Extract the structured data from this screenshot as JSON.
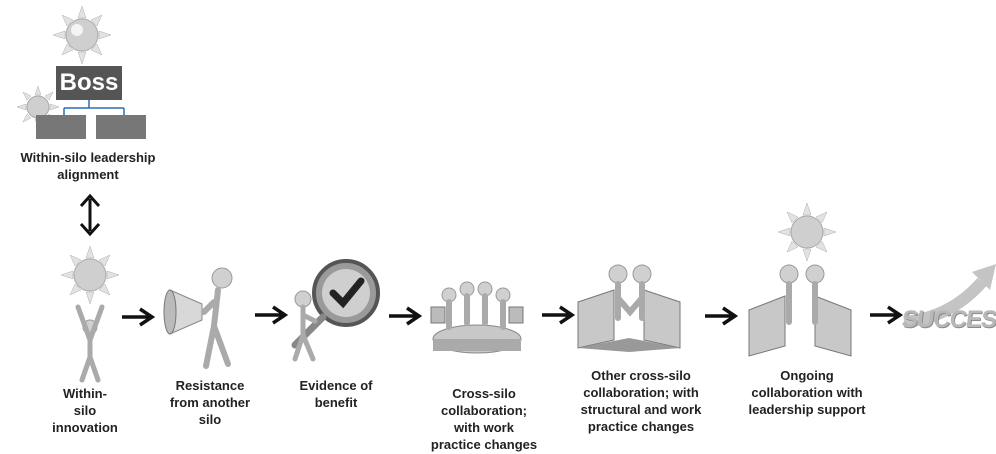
{
  "boss_label": "Boss",
  "top_node": {
    "label": "Within-silo leadership\nalignment"
  },
  "steps": [
    {
      "label": "Within-\nsilo\ninnovation",
      "icon": "sun-figure-icon"
    },
    {
      "label": "Resistance\nfrom another\nsilo",
      "icon": "megaphone-figure-icon"
    },
    {
      "label": "Evidence of\nbenefit",
      "icon": "checkmark-magnifier-icon"
    },
    {
      "label": "Cross-silo\ncollaboration;\nwith work\npractice  changes",
      "icon": "team-meeting-icon"
    },
    {
      "label": "Other cross-silo\ncollaboration; with\nstructural and work\npractice changes",
      "icon": "handshake-laptops-icon"
    },
    {
      "label": "Ongoing\ncollaboration with\nleadership support",
      "icon": "laptops-sun-icon"
    }
  ],
  "end_word": "SUCCESS",
  "colors": {
    "text": "#222222",
    "box": "#555555",
    "arrow": "#111111",
    "sun": "#d9d9d9"
  }
}
